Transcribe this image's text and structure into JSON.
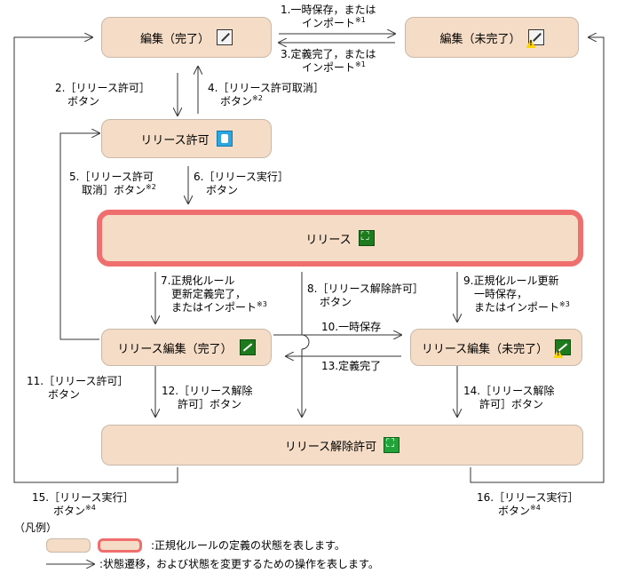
{
  "states": {
    "edit_done": "編集（完了）",
    "edit_undone": "編集（未完了）",
    "release_permit": "リリース許可",
    "release": "リリース",
    "release_edit_done": "リリース編集（完了）",
    "release_edit_undone": "リリース編集（未完了）",
    "release_unpermit": "リリース解除許可"
  },
  "icons": {
    "edit_done": "edit-icon",
    "edit_undone": "edit-warning-icon",
    "release_permit": "release-permit-icon",
    "release": "release-icon",
    "release_edit_done": "release-edit-icon",
    "release_edit_undone": "release-edit-warning-icon",
    "release_unpermit": "release-unpermit-icon"
  },
  "colors": {
    "state_fill": "#f5dcc6",
    "highlight_border": "#ef6f6f",
    "arrow": "#333333"
  },
  "transitions": {
    "t1": {
      "line1": "1.一時保存，または",
      "line2": "インポート",
      "note": "※1"
    },
    "t2": {
      "line1": "2.［リリース許可］",
      "line2": "ボタン"
    },
    "t3": {
      "line1": "3.定義完了，または",
      "line2": "インポート",
      "note": "※1"
    },
    "t4": {
      "line1": "4.［リリース許可取消］",
      "line2": "ボタン",
      "note": "※2"
    },
    "t5": {
      "line1": "5.［リリース許可",
      "line2": "取消］ボタン",
      "note": "※2"
    },
    "t6": {
      "line1": "6.［リリース実行］",
      "line2": "ボタン"
    },
    "t7": {
      "line1": "7.正規化ルール",
      "line2": "更新定義完了，",
      "line3": "またはインポート",
      "note": "※3"
    },
    "t8": {
      "line1": "8.［リリース解除許可］",
      "line2": "ボタン"
    },
    "t9": {
      "line1": "9.正規化ルール更新",
      "line2": "一時保存，",
      "line3": "またはインポート",
      "note": "※3"
    },
    "t10": {
      "line1": "10.一時保存"
    },
    "t11": {
      "line1": "11.［リリース許可］",
      "line2": "ボタン"
    },
    "t12": {
      "line1": "12.［リリース解除",
      "line2": "許可］ボタン"
    },
    "t13": {
      "line1": "13.定義完了"
    },
    "t14": {
      "line1": "14.［リリース解除",
      "line2": "許可］ボタン"
    },
    "t15": {
      "line1": "15.［リリース実行］",
      "line2": "ボタン",
      "note": "※4"
    },
    "t16": {
      "line1": "16.［リリース実行］",
      "line2": "ボタン",
      "note": "※4"
    }
  },
  "legend": {
    "title": "（凡例）",
    "state_desc": ":正規化ルールの定義の状態を表します。",
    "arrow_desc": ":状態遷移，および状態を変更するための操作を表します。"
  }
}
